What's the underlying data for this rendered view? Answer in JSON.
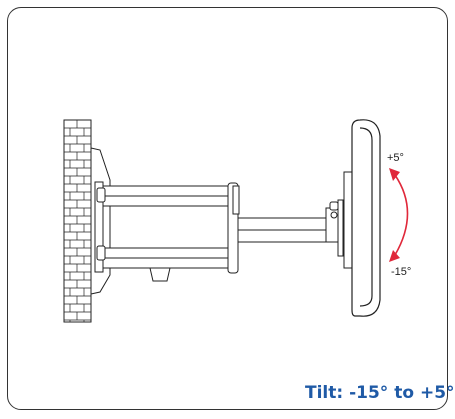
{
  "labels": {
    "tilt_up": "+5°",
    "tilt_down": "-15°",
    "caption": "Tilt: -15° to +5°"
  },
  "colors": {
    "caption": "#1f5aa6",
    "arrow": "#e0283a",
    "line": "#222222"
  },
  "icons": {
    "wall": "brick-wall-icon",
    "arrow": "curved-double-arrow-icon"
  }
}
